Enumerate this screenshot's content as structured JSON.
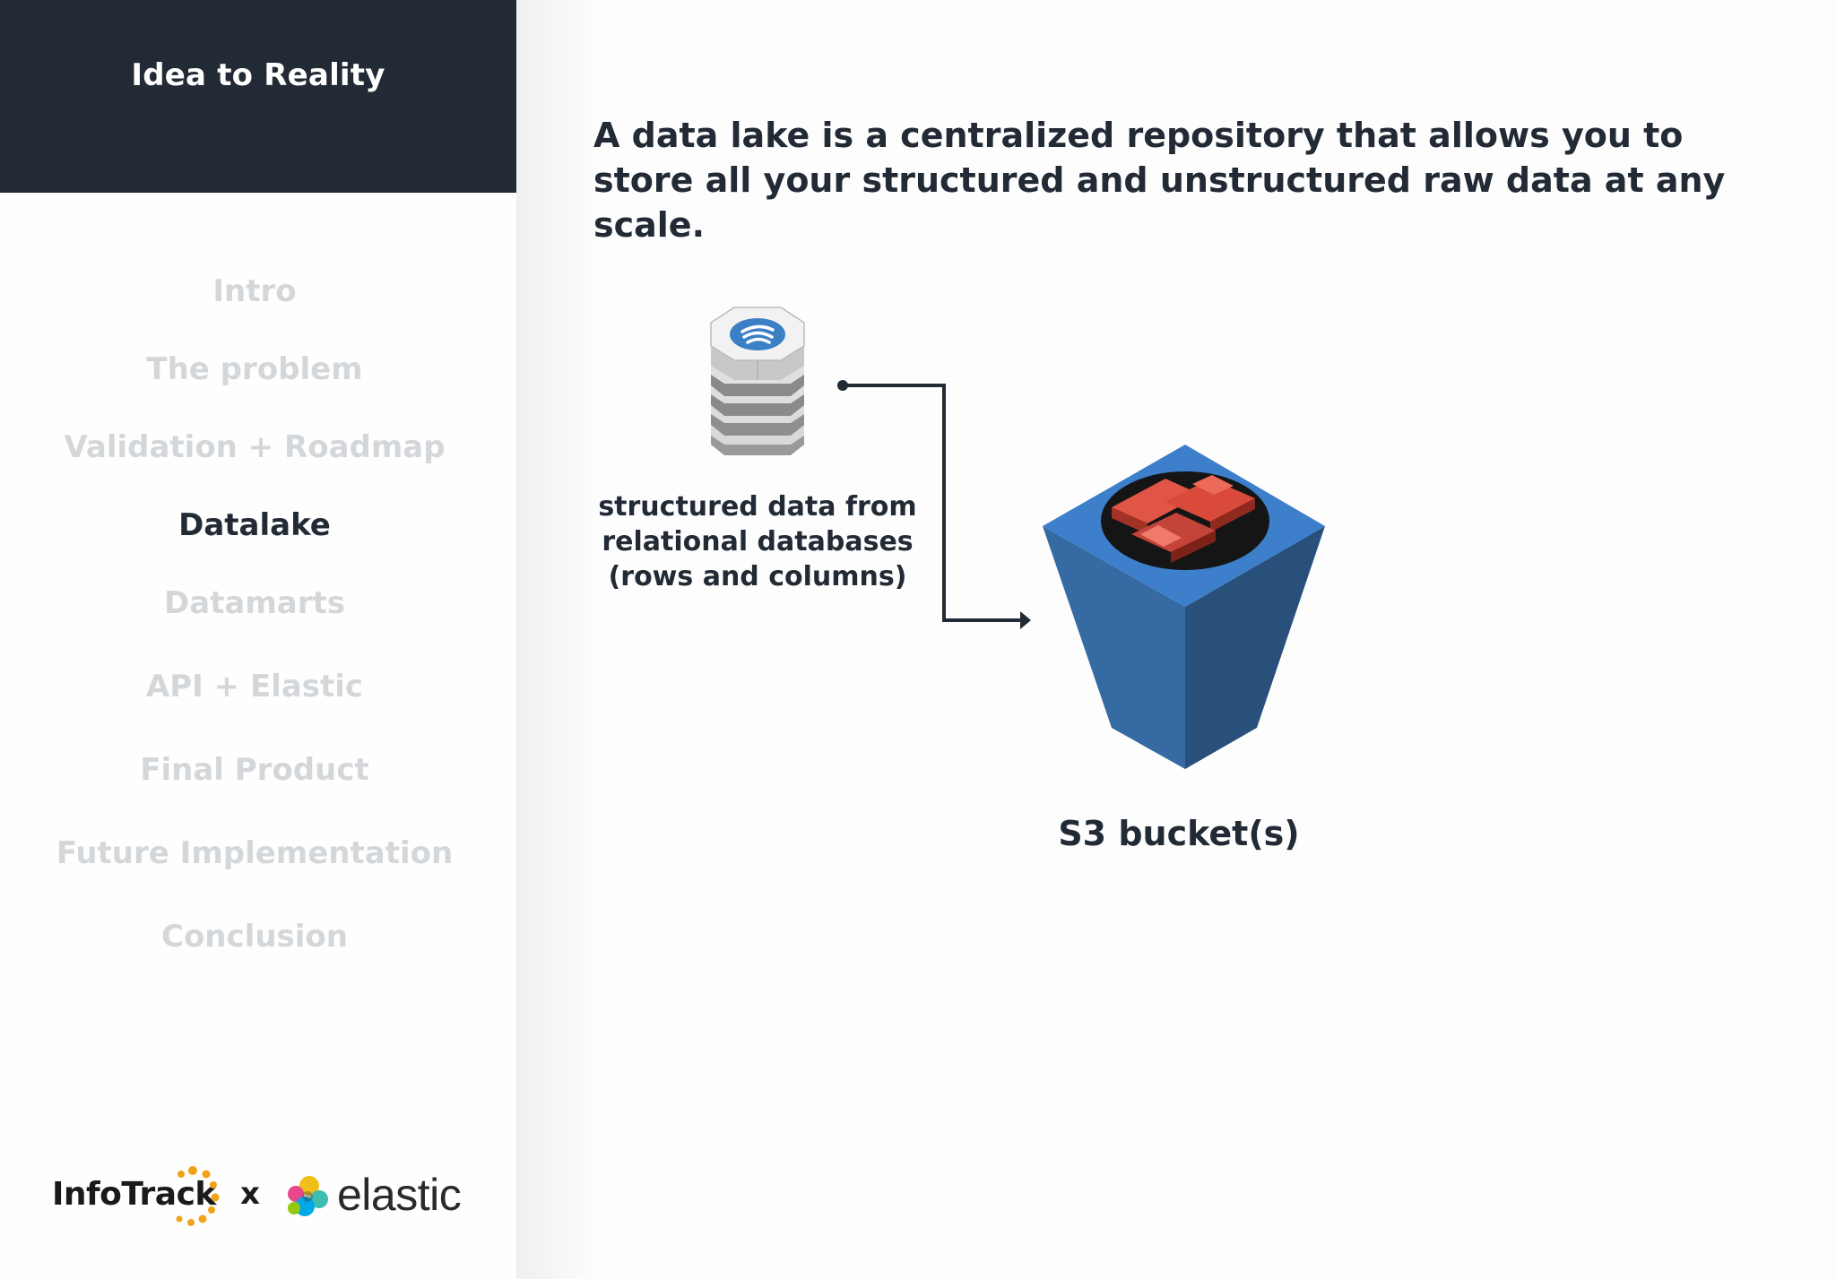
{
  "sidebar": {
    "title": "Idea to Reality",
    "nav": [
      {
        "label": "Intro",
        "active": false
      },
      {
        "label": "The problem",
        "active": false
      },
      {
        "label": "Validation + Roadmap",
        "active": false
      },
      {
        "label": "Datalake",
        "active": true
      },
      {
        "label": "Datamarts",
        "active": false
      },
      {
        "label": "API + Elastic",
        "active": false
      },
      {
        "label": "Final Product",
        "active": false
      },
      {
        "label": "Future Implementation",
        "active": false
      },
      {
        "label": "Conclusion",
        "active": false
      }
    ],
    "logos": {
      "infotrack": "InfoTrack",
      "separator": "x",
      "elastic": "elastic"
    }
  },
  "main": {
    "headline": "A data lake is a centralized repository that allows you to store all your structured and unstructured raw data at any scale.",
    "diagram": {
      "source_caption": "structured data from\nrelational databases\n(rows and columns)",
      "target_caption": "S3 bucket(s)",
      "source_icon": "database-stack-icon",
      "target_icon": "s3-bucket-icon"
    }
  },
  "colors": {
    "header_bg": "#222a35",
    "nav_inactive": "#d4d7da",
    "nav_active": "#222a35",
    "bucket_blue": "#3a78c2",
    "bucket_content_red": "#d9493a"
  }
}
